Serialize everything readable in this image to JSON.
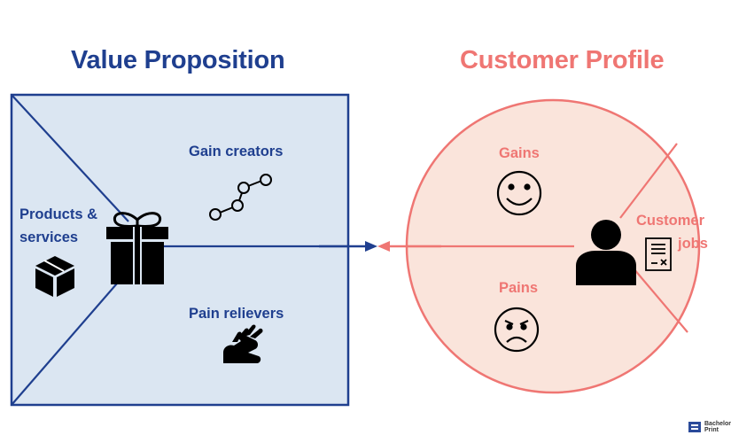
{
  "value_proposition": {
    "title": "Value Proposition",
    "gain_creators": "Gain creators",
    "products_services_line1": "Products &",
    "products_services_line2": "services",
    "pain_relievers": "Pain relievers"
  },
  "customer_profile": {
    "title": "Customer Profile",
    "gains": "Gains",
    "pains": "Pains",
    "customer_jobs_line1": "Customer",
    "customer_jobs_line2": "jobs"
  },
  "brand": {
    "line1": "Bachelor",
    "line2": "Print"
  },
  "colors": {
    "vp_blue": "#1f3f8f",
    "vp_fill": "#dbe6f2",
    "cp_red": "#ef7673",
    "cp_fill": "#fae4db"
  },
  "icons": {
    "products": "box-icon",
    "center_vp": "gift-icon",
    "gain_creators": "line-chart-icon",
    "pain_relievers": "sign-language-hands-icon",
    "gains": "smiley-face-icon",
    "pains": "angry-face-icon",
    "customer": "person-icon",
    "jobs": "document-icon"
  }
}
